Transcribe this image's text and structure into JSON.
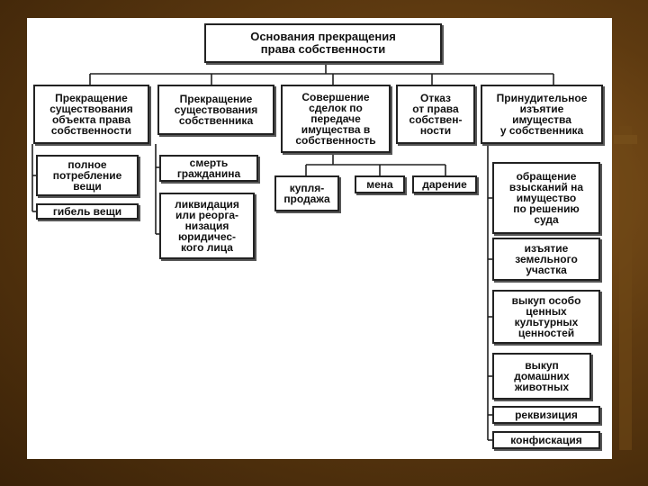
{
  "diagram": {
    "root": "Основания прекращения\nправа собственности",
    "branch_existence": "Прекращение\nсуществования\nобъекта права\nсобственности",
    "branch_owner": "Прекращение\nсуществования\nсобственника",
    "branch_deals": "Совершение\nсделок по\nпередаче\nимущества в\nсобственность",
    "branch_refusal": "Отказ\nот права\nсобствен-\nности",
    "branch_forced": "Принудительное\nизъятие\nимущества\nу собственника",
    "existence_items": [
      "полное\nпотребление\nвещи",
      "гибель вещи"
    ],
    "owner_items": [
      "смерть\nгражданина",
      "ликвидация\nили реорга-\nнизация\nюридичес-\nкого лица"
    ],
    "deal_items": [
      "купля-\nпродажа",
      "мена",
      "дарение"
    ],
    "forced_items": [
      "обращение\nвзысканий на\nимущество\nпо решению\nсуда",
      "изъятие\nземельного\nучастка",
      "выкуп особо\nценных\nкультурных\nценностей",
      "выкуп\nдомашних\nживотных",
      "реквизиция",
      "конфискация"
    ]
  }
}
